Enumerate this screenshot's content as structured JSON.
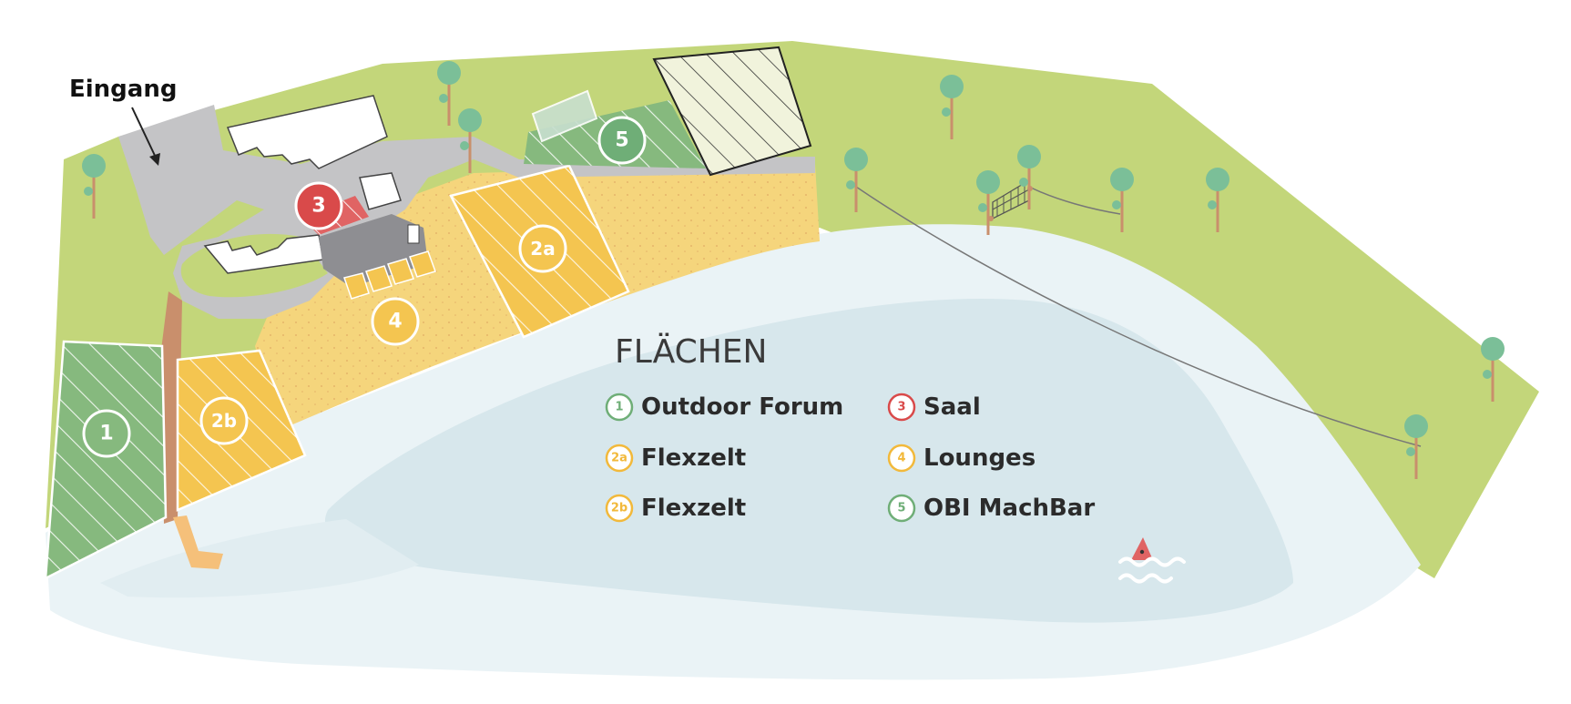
{
  "entrance": {
    "label": "Eingang"
  },
  "legend": {
    "title": "FLÄCHEN",
    "items": [
      {
        "badge": "1",
        "label": "Outdoor Forum",
        "color": "#6fae77"
      },
      {
        "badge": "2a",
        "label": "Flexzelt",
        "color": "#f2b93b"
      },
      {
        "badge": "2b",
        "label": "Flexzelt",
        "color": "#f2b93b"
      },
      {
        "badge": "3",
        "label": "Saal",
        "color": "#d94a4a"
      },
      {
        "badge": "4",
        "label": "Lounges",
        "color": "#f2b93b"
      },
      {
        "badge": "5",
        "label": "OBI MachBar",
        "color": "#6fae77"
      }
    ]
  },
  "markers": {
    "m1": "1",
    "m2a": "2a",
    "m2b": "2b",
    "m3": "3",
    "m4": "4",
    "m5": "5"
  },
  "colors": {
    "grass": "#c3d67a",
    "sand": "#f5d57c",
    "water_light": "#eaf3f6",
    "water_deep": "#d7e7ec",
    "road": "#c4c4c6",
    "green_zone": "#86b97e",
    "yellow_zone": "#f4c550",
    "red_zone": "#e06464",
    "tree": "#7bbf98",
    "trunk": "#c98f6c"
  }
}
